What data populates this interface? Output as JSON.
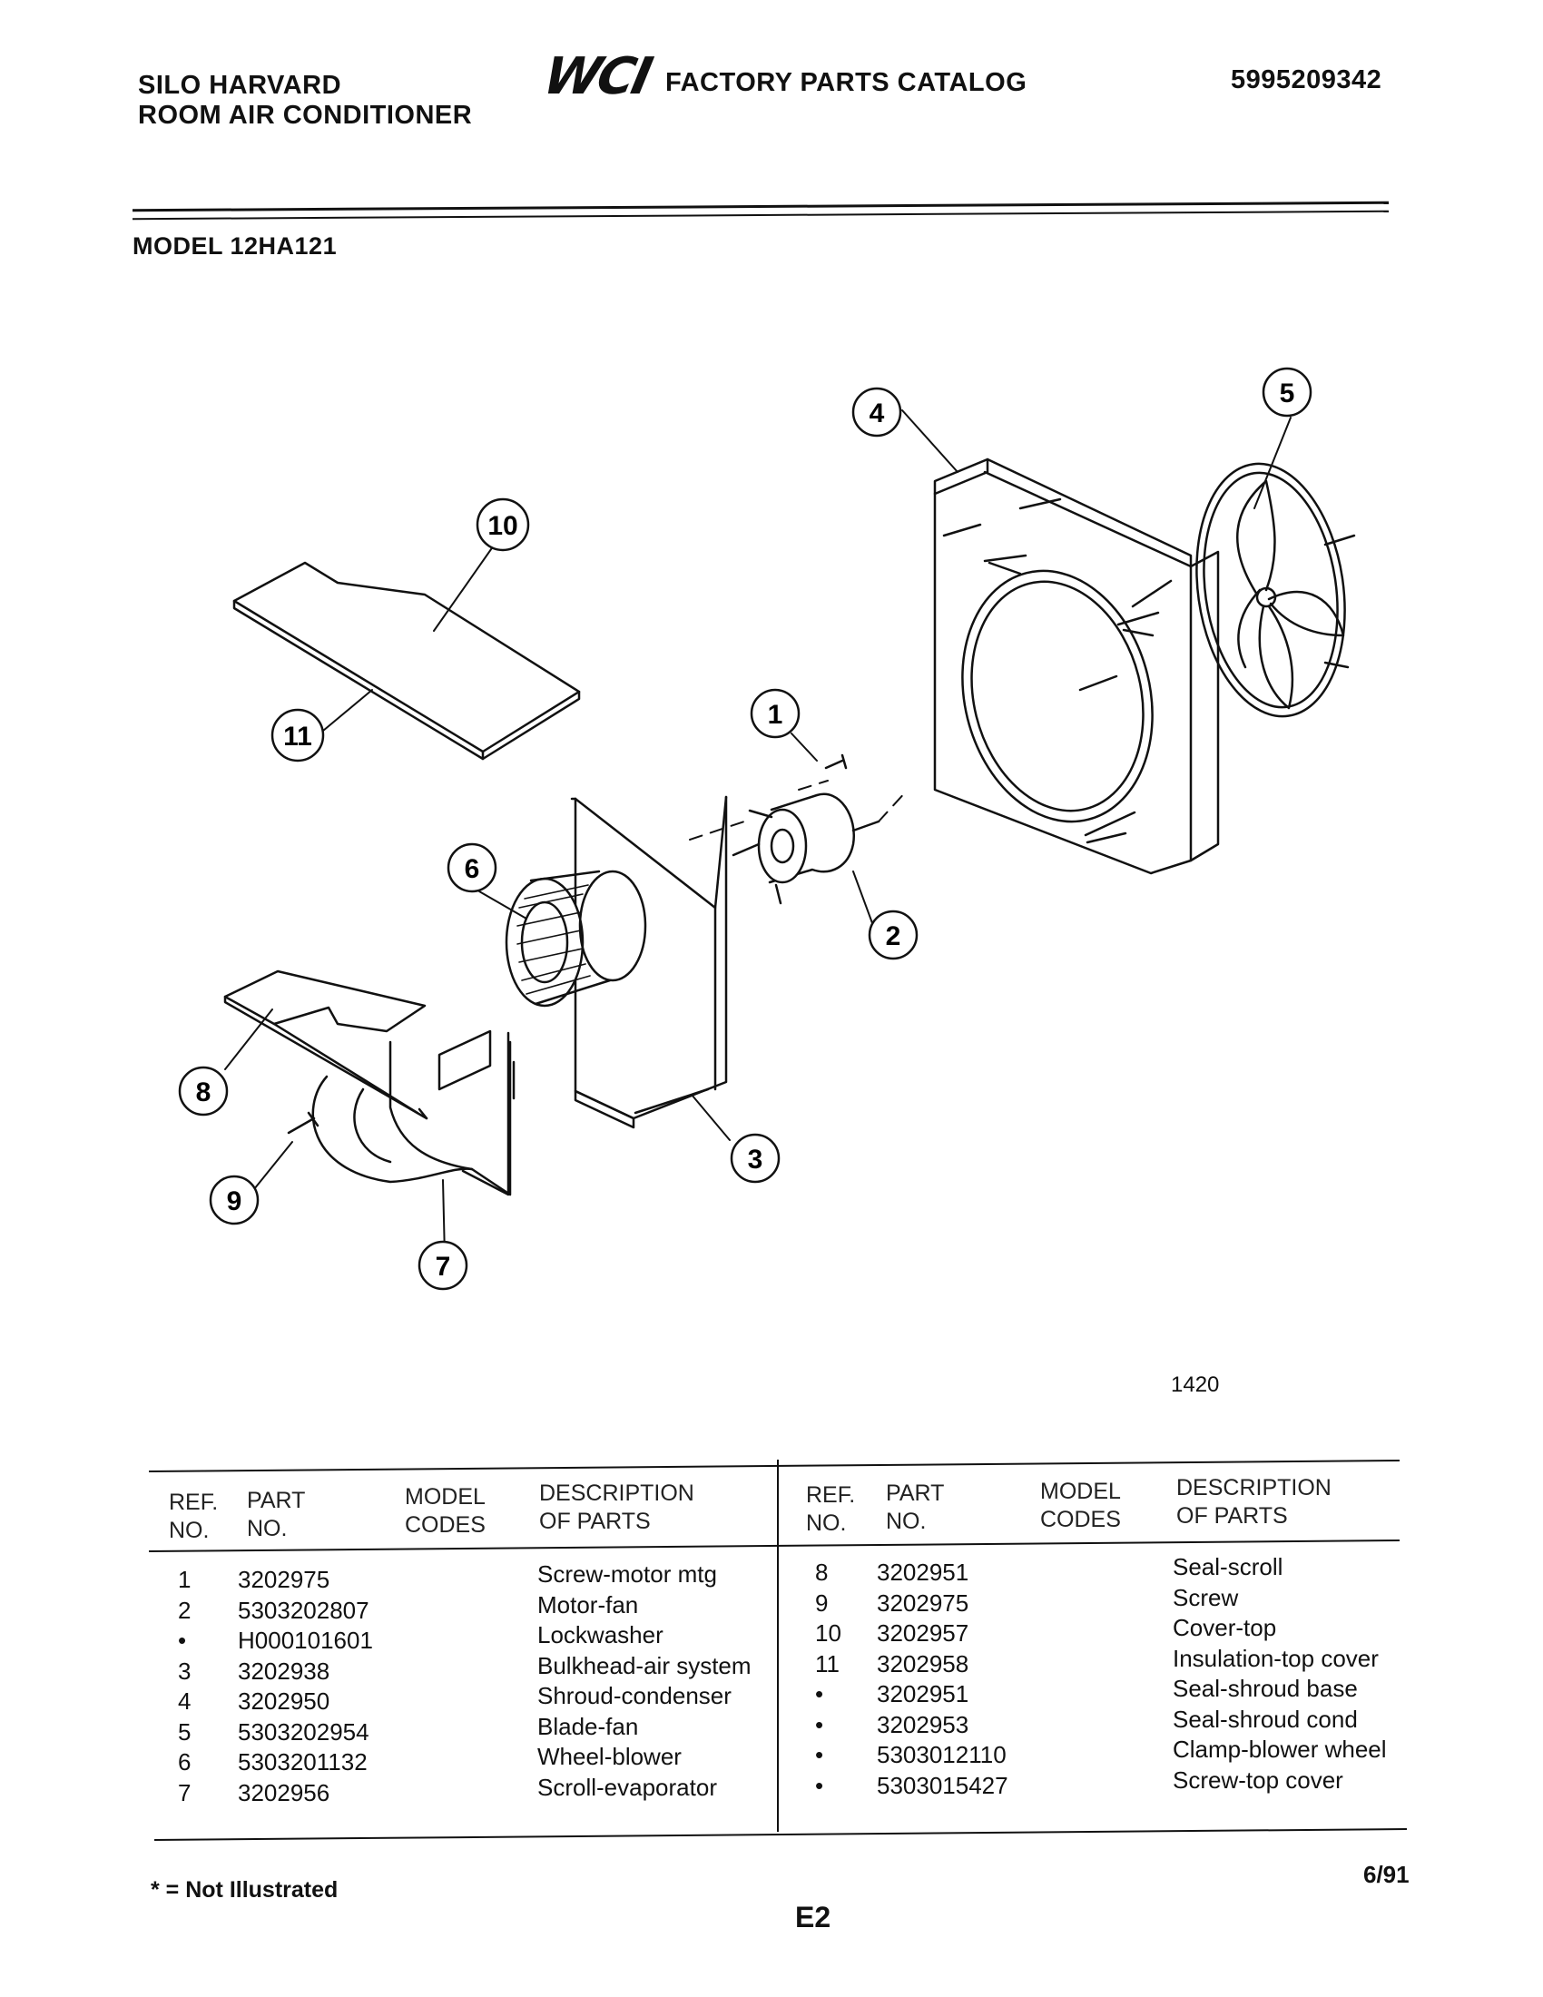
{
  "header": {
    "brand_line1": "SILO HARVARD",
    "brand_line2": "ROOM AIR CONDITIONER",
    "logo": "WCI",
    "catalog_title": "FACTORY PARTS CATALOG",
    "catalog_number": "5995209342",
    "model": "MODEL 12HA121"
  },
  "diagram": {
    "callouts": [
      "1",
      "2",
      "3",
      "4",
      "5",
      "6",
      "7",
      "8",
      "9",
      "10",
      "11"
    ],
    "figure_code": "1420"
  },
  "table": {
    "left_headers": {
      "ref": "REF.\nNO.",
      "part": "PART\nNO.",
      "model": "MODEL\nCODES",
      "desc": "DESCRIPTION\nOF PARTS"
    },
    "right_headers": {
      "ref": "REF.\nNO.",
      "part": "PART\nNO.",
      "model": "MODEL\nCODES",
      "desc": "DESCRIPTION\nOF PARTS"
    },
    "left_rows": [
      {
        "ref": "1",
        "part": "3202975",
        "desc": "Screw-motor mtg"
      },
      {
        "ref": "2",
        "part": "5303202807",
        "desc": "Motor-fan"
      },
      {
        "ref": "•",
        "part": "H000101601",
        "desc": "Lockwasher"
      },
      {
        "ref": "3",
        "part": "3202938",
        "desc": "Bulkhead-air system"
      },
      {
        "ref": "4",
        "part": "3202950",
        "desc": "Shroud-condenser"
      },
      {
        "ref": "5",
        "part": "5303202954",
        "desc": "Blade-fan"
      },
      {
        "ref": "6",
        "part": "5303201132",
        "desc": "Wheel-blower"
      },
      {
        "ref": "7",
        "part": "3202956",
        "desc": "Scroll-evaporator"
      }
    ],
    "right_rows": [
      {
        "ref": "8",
        "part": "3202951",
        "desc": "Seal-scroll"
      },
      {
        "ref": "9",
        "part": "3202975",
        "desc": "Screw"
      },
      {
        "ref": "10",
        "part": "3202957",
        "desc": "Cover-top"
      },
      {
        "ref": "11",
        "part": "3202958",
        "desc": "Insulation-top cover"
      },
      {
        "ref": "•",
        "part": "3202951",
        "desc": "Seal-shroud base"
      },
      {
        "ref": "•",
        "part": "3202953",
        "desc": "Seal-shroud cond"
      },
      {
        "ref": "•",
        "part": "5303012110",
        "desc": "Clamp-blower wheel"
      },
      {
        "ref": "•",
        "part": "5303015427",
        "desc": "Screw-top cover"
      }
    ]
  },
  "footer": {
    "note": "* = Not Illustrated",
    "date": "6/91",
    "page": "E2"
  }
}
